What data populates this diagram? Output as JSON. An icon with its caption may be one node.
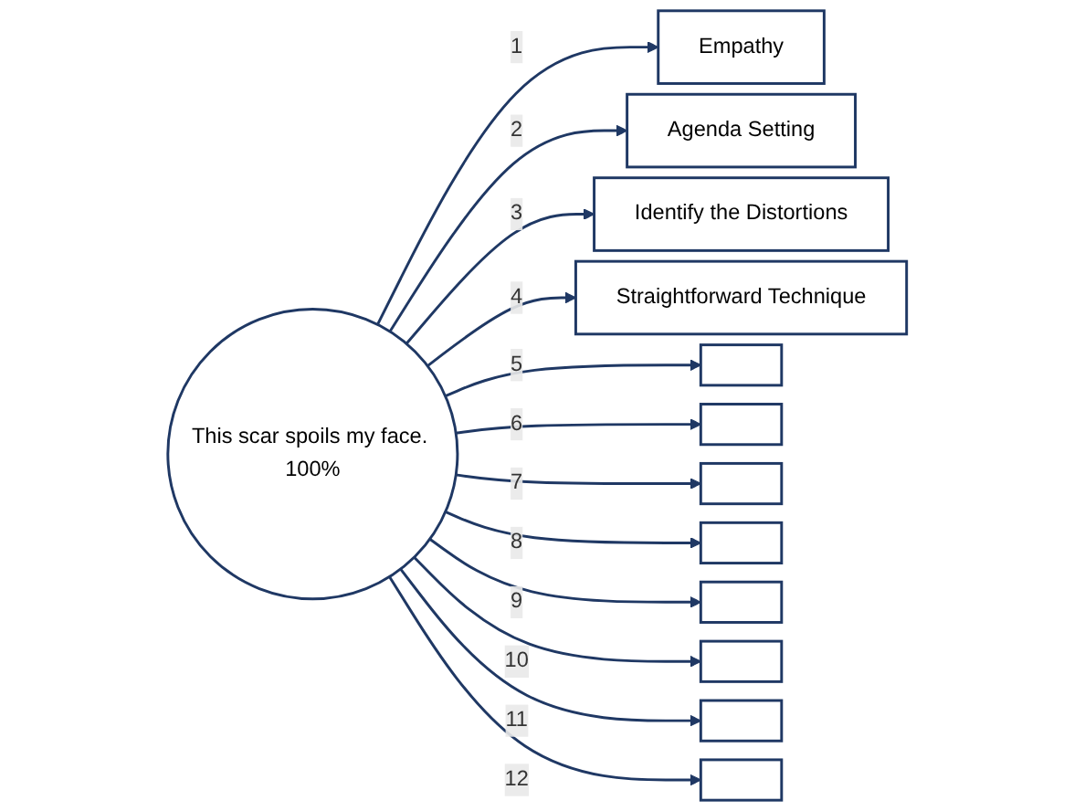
{
  "diagram": {
    "nodes": [
      {
        "text": [
          "This scar spoils my face. 100%"
        ]
      },
      {
        "text": [
          "Empathy"
        ]
      },
      {
        "text": [
          "Agenda Setting"
        ]
      },
      {
        "text": [
          "Identify the Distortions"
        ]
      },
      {
        "text": [
          "Straightforward Technique"
        ]
      },
      {
        "text": [],
        "shape": "box"
      },
      {
        "text": [],
        "shape": "box"
      },
      {
        "text": [],
        "shape": "box"
      },
      {
        "text": [],
        "shape": "box"
      },
      {
        "text": [],
        "shape": "box"
      },
      {
        "text": [],
        "shape": "box"
      },
      {
        "text": [],
        "shape": "box"
      },
      {
        "text": [],
        "shape": "box"
      }
    ],
    "edges": [
      {
        "from": 0,
        "to": 1,
        "arrow": "to",
        "label": "1"
      },
      {
        "from": 0,
        "to": 2,
        "arrow": "to",
        "label": "2"
      },
      {
        "from": 0,
        "to": 3,
        "arrow": "to",
        "label": "3"
      },
      {
        "from": 0,
        "to": 4,
        "arrow": "to",
        "label": "4"
      },
      {
        "from": 0,
        "to": 5,
        "arrow": "to",
        "label": "5"
      },
      {
        "from": 0,
        "to": 6,
        "arrow": "to",
        "label": "6"
      },
      {
        "from": 0,
        "to": 7,
        "arrow": "to",
        "label": "7"
      },
      {
        "from": 0,
        "to": 8,
        "arrow": "to",
        "label": "8"
      },
      {
        "from": 0,
        "to": 9,
        "arrow": "to",
        "label": "9"
      },
      {
        "from": 0,
        "to": 10,
        "arrow": "to",
        "label": "10"
      },
      {
        "from": 0,
        "to": 11,
        "arrow": "to",
        "label": "11"
      },
      {
        "from": 0,
        "to": 12,
        "arrow": "to",
        "label": "12"
      }
    ]
  }
}
